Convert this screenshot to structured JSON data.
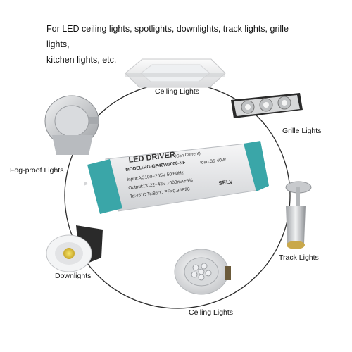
{
  "intro": {
    "line1": "For LED ceiling lights, spotlights, downlights, track lights, grille lights,",
    "line2": "kitchen lights, etc."
  },
  "labels": {
    "ceiling_top": "Ceiling Lights",
    "grille": "Grille Lights",
    "fog_proof": "Fog-proof Lights",
    "track": "Track Lights",
    "downlights": "Downlights",
    "ceiling_bottom": "Ceiling Lights"
  },
  "driver": {
    "title": "LED DRIVER",
    "subtitle": "(Con Current)",
    "model": "MODEL:HG-GP40W1000-NF",
    "load": "load:36-40W",
    "input": "Input:AC100~265V 50/60Hz",
    "output": "Output:DC22~42V 1000mA±5%",
    "temps": "Ta:45°C  Tc:85°C  PF>0.9  IP20",
    "selv": "SELV"
  },
  "colors": {
    "teal": "#3aa6a8",
    "driver_body": "#e9eaec",
    "ring": "#2b2b2b"
  }
}
